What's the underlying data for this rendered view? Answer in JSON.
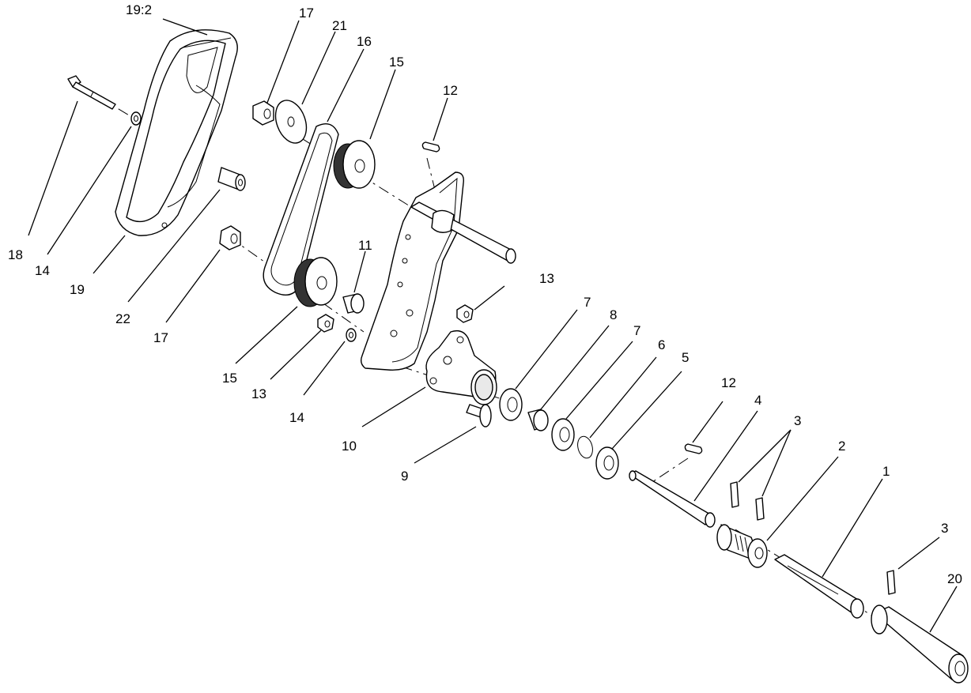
{
  "callouts": [
    {
      "id": "c1",
      "text": "19:2"
    },
    {
      "id": "c2",
      "text": "17"
    },
    {
      "id": "c3",
      "text": "21"
    },
    {
      "id": "c4",
      "text": "16"
    },
    {
      "id": "c5",
      "text": "15"
    },
    {
      "id": "c6",
      "text": "12"
    },
    {
      "id": "c7",
      "text": "18"
    },
    {
      "id": "c8",
      "text": "14"
    },
    {
      "id": "c9",
      "text": "19"
    },
    {
      "id": "c10",
      "text": "22"
    },
    {
      "id": "c11",
      "text": "17"
    },
    {
      "id": "c12",
      "text": "11"
    },
    {
      "id": "c13",
      "text": "13"
    },
    {
      "id": "c14",
      "text": "15"
    },
    {
      "id": "c15",
      "text": "13"
    },
    {
      "id": "c16",
      "text": "14"
    },
    {
      "id": "c17",
      "text": "10"
    },
    {
      "id": "c18",
      "text": "9"
    },
    {
      "id": "c19",
      "text": "7"
    },
    {
      "id": "c20",
      "text": "8"
    },
    {
      "id": "c21",
      "text": "7"
    },
    {
      "id": "c22",
      "text": "6"
    },
    {
      "id": "c23",
      "text": "5"
    },
    {
      "id": "c24",
      "text": "12"
    },
    {
      "id": "c25",
      "text": "4"
    },
    {
      "id": "c26",
      "text": "3"
    },
    {
      "id": "c27",
      "text": "2"
    },
    {
      "id": "c28",
      "text": "1"
    },
    {
      "id": "c29",
      "text": "3"
    },
    {
      "id": "c30",
      "text": "20"
    }
  ]
}
